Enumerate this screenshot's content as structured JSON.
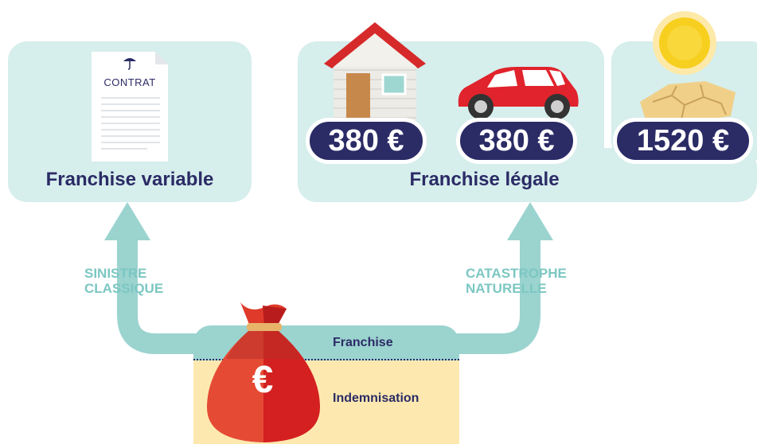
{
  "left_panel": {
    "contract_title": "CONTRAT",
    "label": "Franchise variable"
  },
  "right_panel": {
    "label": "Franchise légale",
    "badges": [
      {
        "icon": "house-icon",
        "amount": "380 €"
      },
      {
        "icon": "car-icon",
        "amount": "380 €"
      },
      {
        "icon": "drought-sun-icon",
        "amount": "1520 €"
      }
    ]
  },
  "arrows": {
    "left_label": "SINISTRE\nCLASSIQUE",
    "right_label": "CATASTROPHE\nNATURELLE"
  },
  "bottom": {
    "franchise_label": "Franchise",
    "indemnisation_label": "Indemnisation",
    "bag_symbol": "€"
  },
  "colors": {
    "navy": "#2b2b66",
    "teal_light": "#d6eeec",
    "teal_arrow": "#9bd3cf",
    "teal_text": "#7cc7c2",
    "yellow": "#fde9b0",
    "bag_red": "#d42020",
    "roof_red": "#d62a2a"
  }
}
